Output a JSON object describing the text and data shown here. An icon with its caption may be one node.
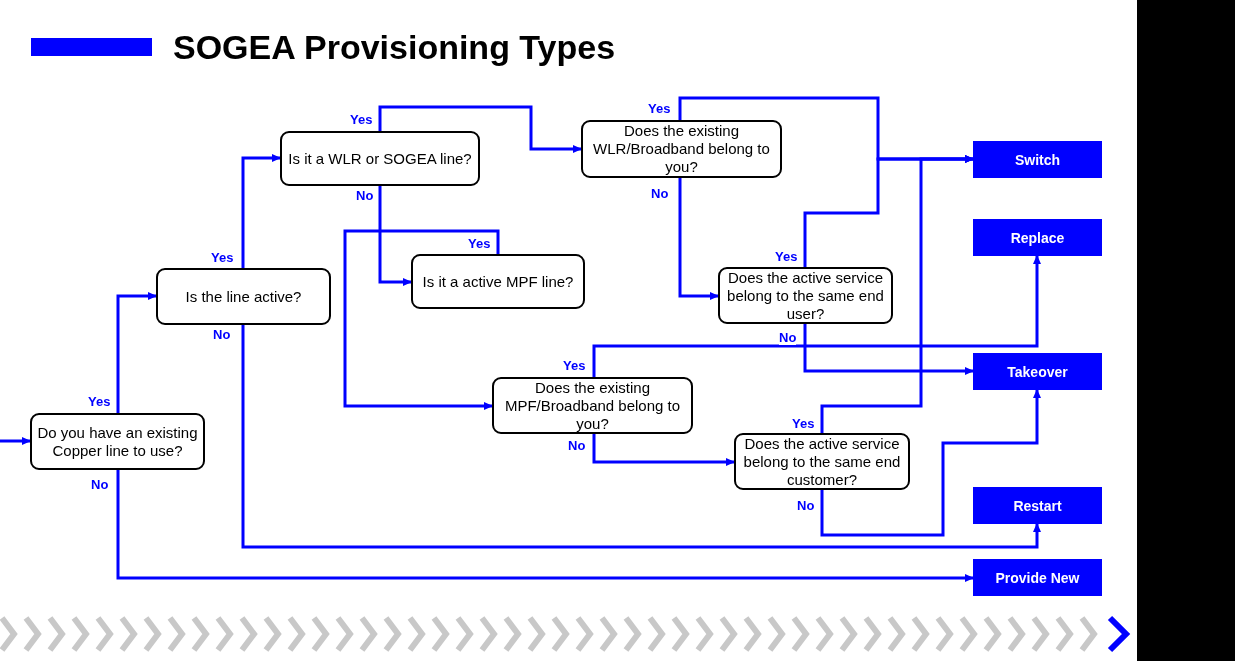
{
  "diagram": {
    "title": "SOGEA Provisioning Types",
    "nodes": [
      {
        "text": [
          "Do you have an existing Copper line to use?"
        ]
      },
      {
        "text": [
          "Is the line active?"
        ]
      },
      {
        "text": [
          "Is it a WLR or SOGEA line?"
        ]
      },
      {
        "text": [
          "Is it a active MPF line?"
        ]
      },
      {
        "text": [
          "Does the existing WLR/Broadband belong to you?"
        ]
      },
      {
        "text": [
          "Does the active service belong to the same end user?"
        ]
      },
      {
        "text": [
          "Does the existing MPF/Broadband belong to you?"
        ]
      },
      {
        "text": [
          "Does the active service belong to the same end customer?"
        ]
      },
      {
        "text": [
          "Switch"
        ]
      },
      {
        "text": [
          "Replace"
        ]
      },
      {
        "text": [
          "Takeover"
        ]
      },
      {
        "text": [
          "Restart"
        ]
      },
      {
        "text": [
          "Provide New"
        ]
      }
    ],
    "edges": [
      {
        "from": null,
        "to": 0,
        "arrow": "to"
      },
      {
        "from": 0,
        "to": 1,
        "arrow": "to",
        "label": "Yes"
      },
      {
        "from": 0,
        "to": 12,
        "arrow": "to",
        "label": "No"
      },
      {
        "from": 1,
        "to": 2,
        "arrow": "to",
        "label": "Yes"
      },
      {
        "from": 1,
        "to": 11,
        "arrow": "to",
        "label": "No"
      },
      {
        "from": 2,
        "to": 4,
        "arrow": "to",
        "label": "Yes"
      },
      {
        "from": 2,
        "to": 3,
        "arrow": "to",
        "label": "No"
      },
      {
        "from": 3,
        "to": 6,
        "arrow": "to",
        "label": "Yes"
      },
      {
        "from": 4,
        "to": 8,
        "arrow": "to",
        "label": "Yes"
      },
      {
        "from": 4,
        "to": 5,
        "arrow": "to",
        "label": "No"
      },
      {
        "from": 5,
        "to": 8,
        "arrow": "to",
        "label": "Yes"
      },
      {
        "from": 5,
        "to": 10,
        "arrow": "to",
        "label": "No"
      },
      {
        "from": 6,
        "to": 9,
        "arrow": "to",
        "label": "Yes"
      },
      {
        "from": 6,
        "to": 7,
        "arrow": "to",
        "label": "No"
      },
      {
        "from": 7,
        "to": 8,
        "arrow": "to",
        "label": "Yes"
      },
      {
        "from": 7,
        "to": 10,
        "arrow": "to",
        "label": "No"
      }
    ]
  }
}
